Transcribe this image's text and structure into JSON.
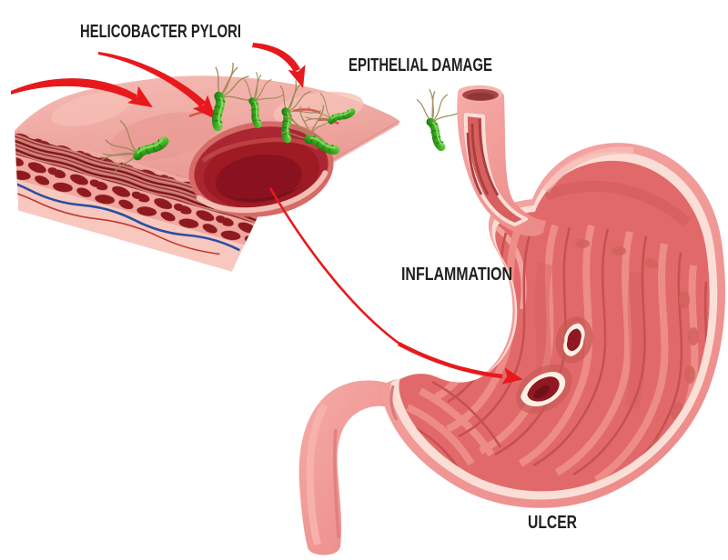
{
  "labels": {
    "helicobacter_pylori": "HELICOBACTER PYLORI",
    "epithelial_damage": "EPITHELIAL DAMAGE",
    "inflammation": "INFLAMMATION",
    "ulcer": "ULCER"
  },
  "colors": {
    "background": "#ffffff",
    "label_text": "#1f1f1f",
    "arrow_red": "#e8191c",
    "bacteria_green": "#3faf24",
    "flagella_tan": "#9d8a55",
    "tissue_surface_pink": "#efa39d",
    "epithelium_light": "#f8cac3",
    "epithelium_gap": "#e09490",
    "vessel_red": "#c1272d",
    "muscle_dark_red": "#8e1a1e",
    "cell_blue": "#2b4fa0",
    "crater_red": "#9e1b24",
    "stomach_wall": "#ef8f8d",
    "stomach_highlight": "#f8bcb6",
    "cut_edge_cream": "#fbdfd7",
    "mucosa_red": "#e2696a",
    "rugae_light": "#ee8f8a",
    "rugae_dark": "#c65150",
    "ulcer_core": "#8f1822",
    "ulcer_rim": "#fdf0e4"
  }
}
